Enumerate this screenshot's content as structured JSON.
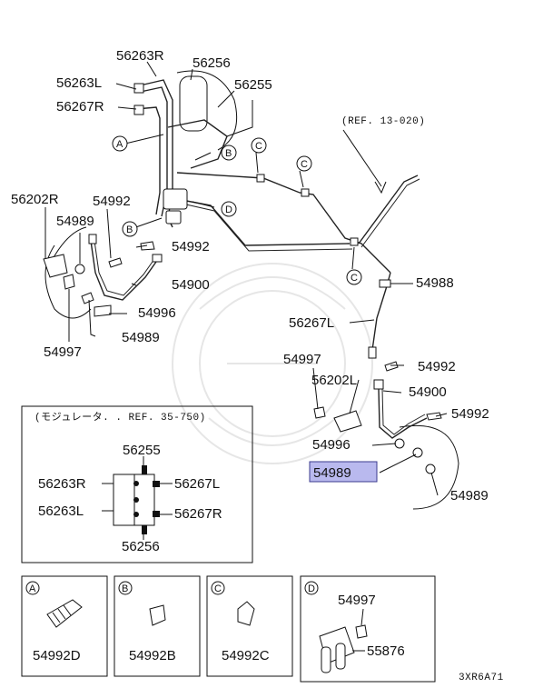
{
  "labels": {
    "p56263R_top": "56263R",
    "p56256_top": "56256",
    "p56263L_top": "56263L",
    "p56255_top": "56255",
    "p56267R_top": "56267R",
    "ref13": "(REF. 13-020)",
    "p56202R": "56202R",
    "p54992_l": "54992",
    "p54989_l1": "54989",
    "p54992_l2": "54992",
    "p54900_l": "54900",
    "p54996_l": "54996",
    "p54997_l": "54997",
    "p54989_l2": "54989",
    "p54988": "54988",
    "p56267L": "56267L",
    "p54997_r": "54997",
    "p54992_r1": "54992",
    "p56202L": "56202L",
    "p54900_r": "54900",
    "p54992_r2": "54992",
    "p54996_r": "54996",
    "p54989_hl": "54989",
    "p54989_r": "54989"
  },
  "circle_letters": {
    "a": "A",
    "b": "B",
    "c": "C",
    "d": "D"
  },
  "modulator": {
    "ref": "(モジュレータ. . REF. 35-750)",
    "p56255": "56255",
    "p56263R": "56263R",
    "p56267L": "56267L",
    "p56263L": "56263L",
    "p56267R": "56267R",
    "p56256": "56256"
  },
  "detail_boxes": [
    {
      "letter": "A",
      "part": "54992D"
    },
    {
      "letter": "B",
      "part": "54992B"
    },
    {
      "letter": "C",
      "part": "54992C"
    },
    {
      "letter": "D",
      "part_top": "54997",
      "part": "55876"
    }
  ],
  "code": "3XR6A71",
  "colors": {
    "highlight": "#b9b9ee",
    "highlight_border": "#3b3b8f"
  }
}
